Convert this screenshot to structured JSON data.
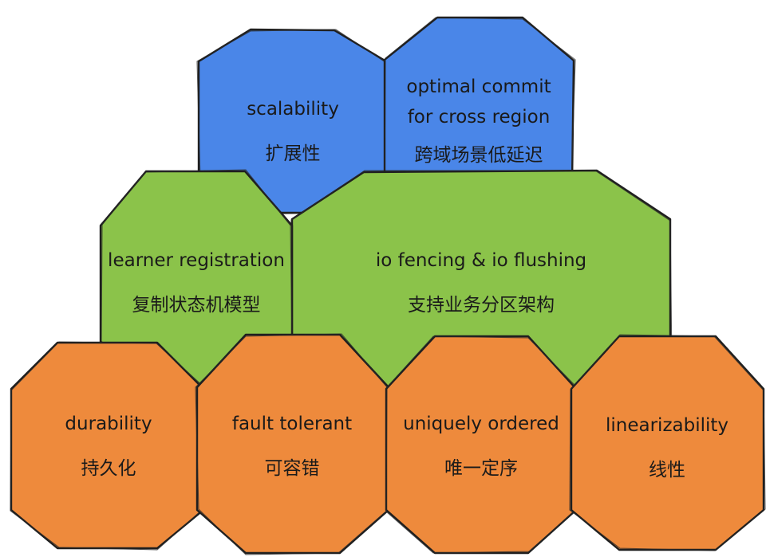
{
  "colors": {
    "blue": "#4a86e8",
    "green": "#8bc34a",
    "orange": "#ee8a3c"
  },
  "hexagons": [
    {
      "id": "scalability",
      "color": "blue",
      "en": [
        "scalability"
      ],
      "zh": "扩展性"
    },
    {
      "id": "optimal-commit",
      "color": "blue",
      "en": [
        "optimal commit",
        "for cross region"
      ],
      "zh": "跨域场景低延迟"
    },
    {
      "id": "learner-registration",
      "color": "green",
      "en": [
        "learner registration"
      ],
      "zh": "复制状态机模型"
    },
    {
      "id": "io-fencing",
      "color": "green",
      "en": [
        "io fencing & io flushing"
      ],
      "zh": "支持业务分区架构"
    },
    {
      "id": "durability",
      "color": "orange",
      "en": [
        "durability"
      ],
      "zh": "持久化"
    },
    {
      "id": "fault-tolerant",
      "color": "orange",
      "en": [
        "fault tolerant"
      ],
      "zh": "可容错"
    },
    {
      "id": "uniquely-ordered",
      "color": "orange",
      "en": [
        "uniquely ordered"
      ],
      "zh": "唯一定序"
    },
    {
      "id": "linearizability",
      "color": "orange",
      "en": [
        "linearizability"
      ],
      "zh": "线性"
    }
  ]
}
